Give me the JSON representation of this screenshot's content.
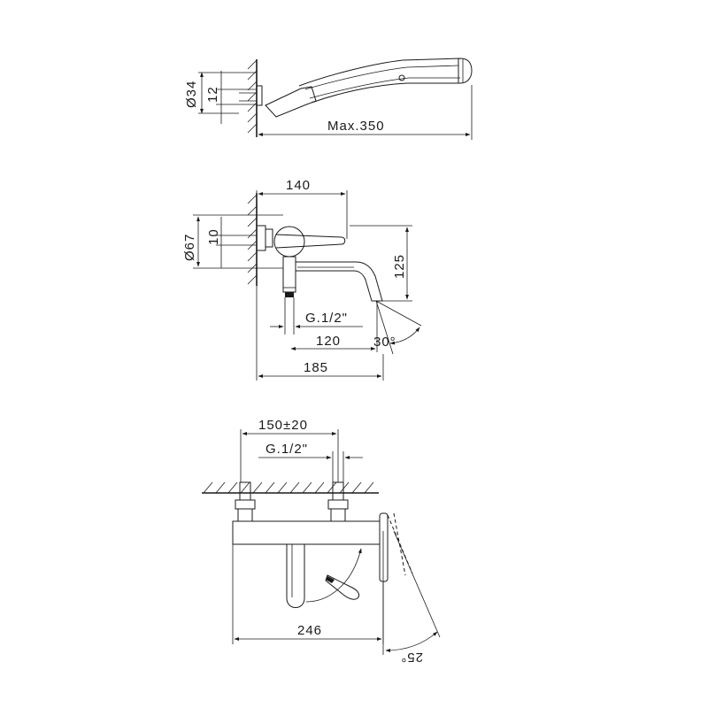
{
  "views": {
    "top": {
      "diameter_label": "Ø34",
      "offset_label": "12",
      "length_label": "Max.350"
    },
    "middle": {
      "width_label": "140",
      "diameter_label": "Ø67",
      "offset_label": "10",
      "height_label": "125",
      "thread_label": "G.1/2\"",
      "spout_label": "120",
      "angle_label": "30°",
      "total_label": "185"
    },
    "bottom": {
      "spacing_label": "150±20",
      "thread_label": "G.1/2\"",
      "width_label": "246",
      "angle_label": "25°"
    }
  }
}
